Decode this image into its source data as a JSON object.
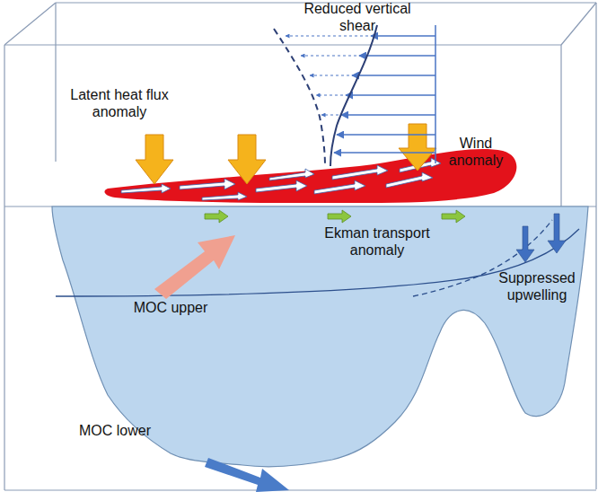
{
  "diagram": {
    "labels": [
      "Reduced vertical shear",
      "Latent heat flux anomaly",
      "Wind anomaly",
      "Ekman transport anomaly",
      "Suppressed upwelling",
      "MOC upper",
      "MOC lower"
    ]
  }
}
